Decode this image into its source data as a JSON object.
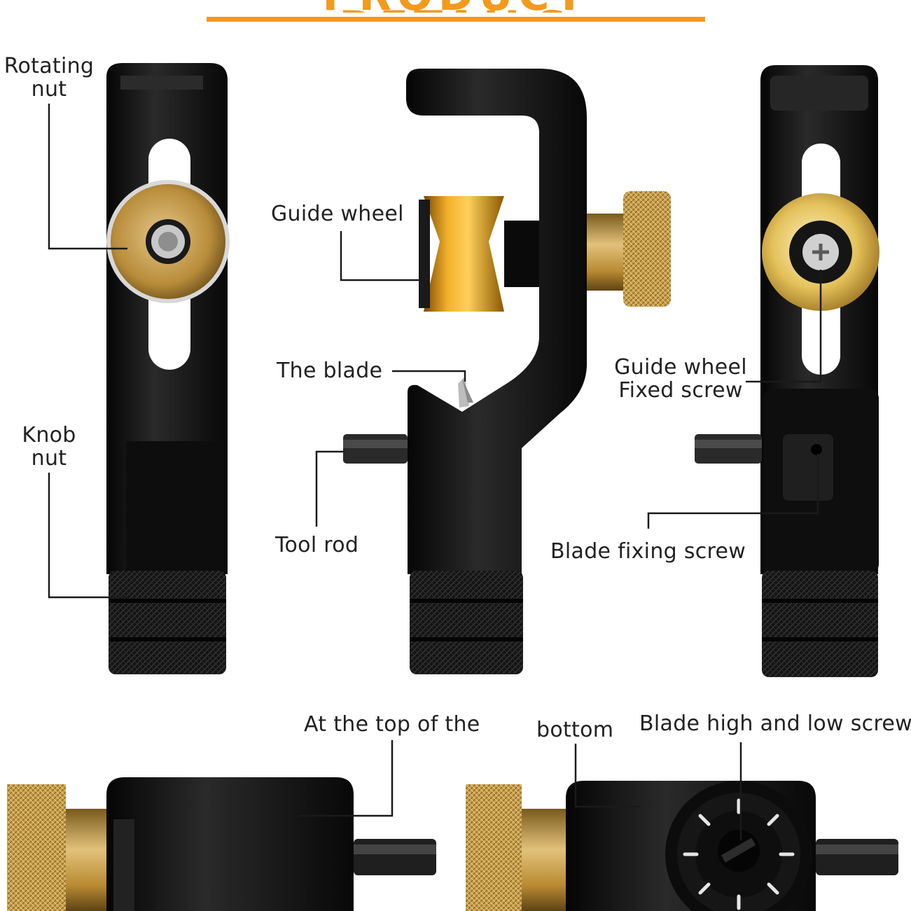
{
  "header": {
    "title": "PRODUCT DETAILS"
  },
  "labels": {
    "rotating_nut": "Rotating\nnut",
    "knob_nut": "Knob\nnut",
    "guide_wheel": "Guide wheel",
    "the_blade": "The blade",
    "tool_rod": "Tool rod",
    "guide_wheel_fixed_screw": "Guide wheel\nFixed screw",
    "blade_fixing_screw": "Blade fixing screw",
    "at_the_top": "At the top of the",
    "bottom": "bottom",
    "blade_high_low_screw": "Blade high and low screw"
  },
  "colors": {
    "accent": "#f29a1b",
    "tool_body": "#111111",
    "brass": "#c9a04a",
    "orange_wheel": "#e39a14",
    "leader_line": "#1a1a1a"
  }
}
